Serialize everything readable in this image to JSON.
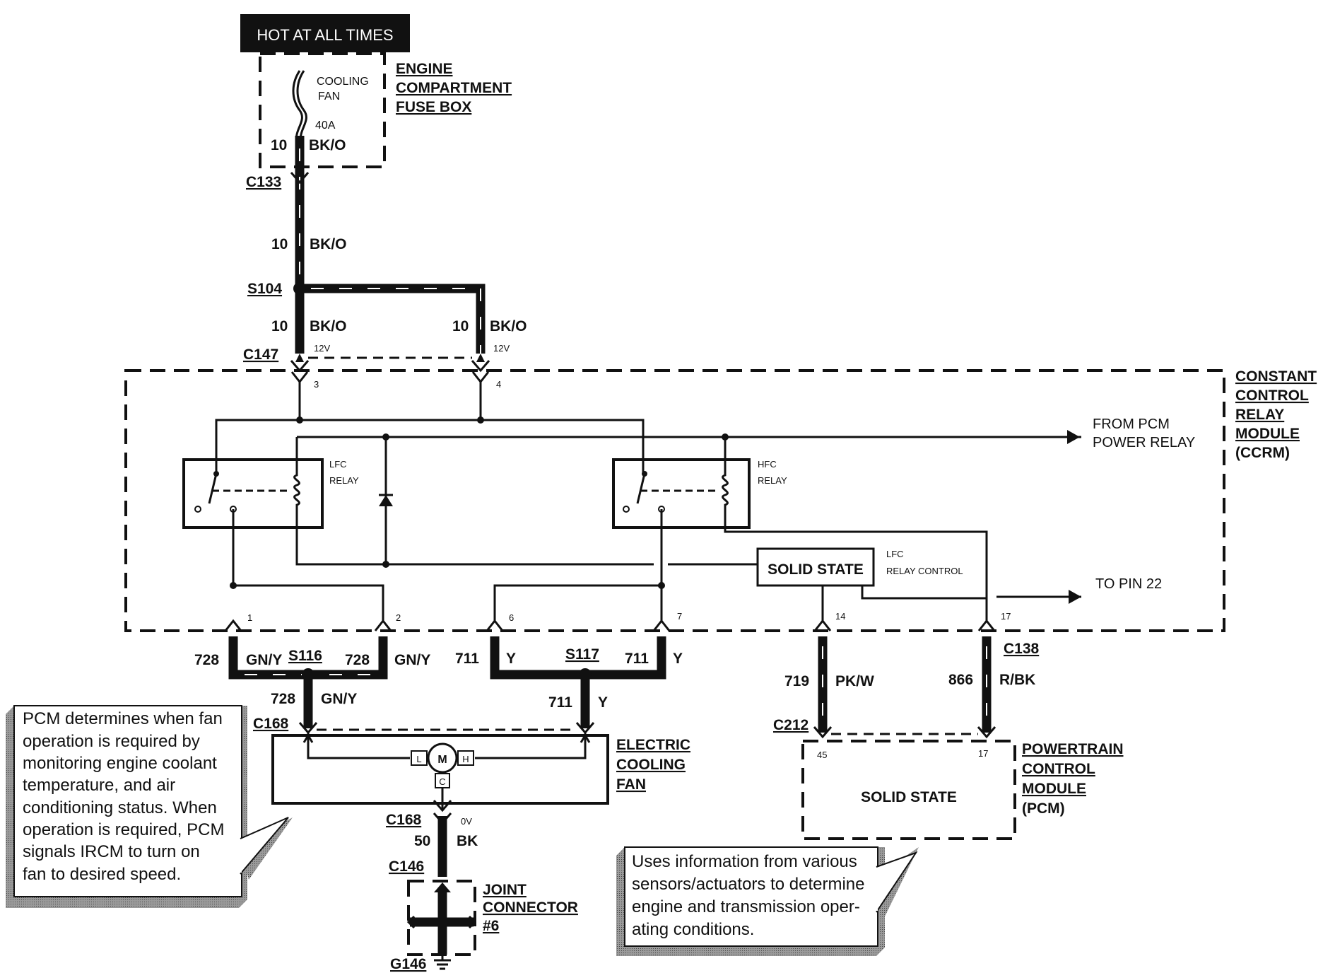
{
  "header": {
    "hot": "HOT AT ALL TIMES"
  },
  "fuse_box": {
    "title": [
      "ENGINE",
      "COMPARTMENT",
      "FUSE BOX"
    ],
    "fuse": [
      "COOLING",
      "FAN",
      "40A"
    ],
    "wire_size": "10",
    "wire_color": "BK/O"
  },
  "wires": {
    "w1_size": "10",
    "w1_color": "BK/O",
    "w2_size": "10",
    "w2_color": "BK/O",
    "w3_size": "10",
    "w3_color": "BK/O",
    "volt_a": "12V",
    "volt_b": "12V",
    "w728a": "728",
    "gny_a": "GN/Y",
    "w728b": "728",
    "gny_b": "GN/Y",
    "w728c": "728",
    "gny_c": "GN/Y",
    "w711a": "711",
    "y_a": "Y",
    "w711b": "711",
    "y_b": "Y",
    "w711c": "711",
    "y_c": "Y",
    "w719": "719",
    "pkw": "PK/W",
    "w866": "866",
    "rbk": "R/BK",
    "w50": "50",
    "bk": "BK",
    "volt_0": "0V"
  },
  "connectors": {
    "c133": "C133",
    "s104": "S104",
    "c147": "C147",
    "s116": "S116",
    "s117": "S117",
    "c138": "C138",
    "c168a": "C168",
    "c168b": "C168",
    "c146": "C146",
    "c212": "C212",
    "g146": "G146"
  },
  "pins": {
    "p3": "3",
    "p4": "4",
    "p1": "1",
    "p2": "2",
    "p6": "6",
    "p7": "7",
    "p14": "14",
    "p17": "17",
    "pcm45": "45",
    "pcm17": "17"
  },
  "ccrm": {
    "title": [
      "CONSTANT",
      "CONTROL",
      "RELAY",
      "MODULE",
      "(CCRM)"
    ],
    "lfc_relay": [
      "LFC",
      "RELAY"
    ],
    "hfc_relay": [
      "HFC",
      "RELAY"
    ],
    "solid_state": "SOLID STATE",
    "lfc_control": [
      "LFC",
      "RELAY CONTROL"
    ],
    "from_pcm": [
      "FROM PCM",
      "POWER  RELAY"
    ],
    "to_pin": "TO PIN 22"
  },
  "fan": {
    "title": [
      "ELECTRIC",
      "COOLING",
      "FAN"
    ],
    "m": "M",
    "l": "L",
    "h": "H",
    "c": "C"
  },
  "pcm": {
    "title": [
      "POWERTRAIN",
      "CONTROL",
      "MODULE",
      "(PCM)"
    ],
    "solid_state": "SOLID STATE"
  },
  "joint": {
    "title": [
      "JOINT",
      "CONNECTOR",
      "#6"
    ]
  },
  "notes": {
    "left": [
      "PCM determines when fan",
      "operation is required by",
      "monitoring engine coolant",
      "temperature, and air",
      "conditioning status. When",
      "operation is required, PCM",
      "signals IRCM to turn on",
      "fan to desired speed."
    ],
    "right": [
      "Uses information from various",
      "sensors/actuators to determine",
      "engine and transmission oper-",
      "ating conditions."
    ]
  }
}
